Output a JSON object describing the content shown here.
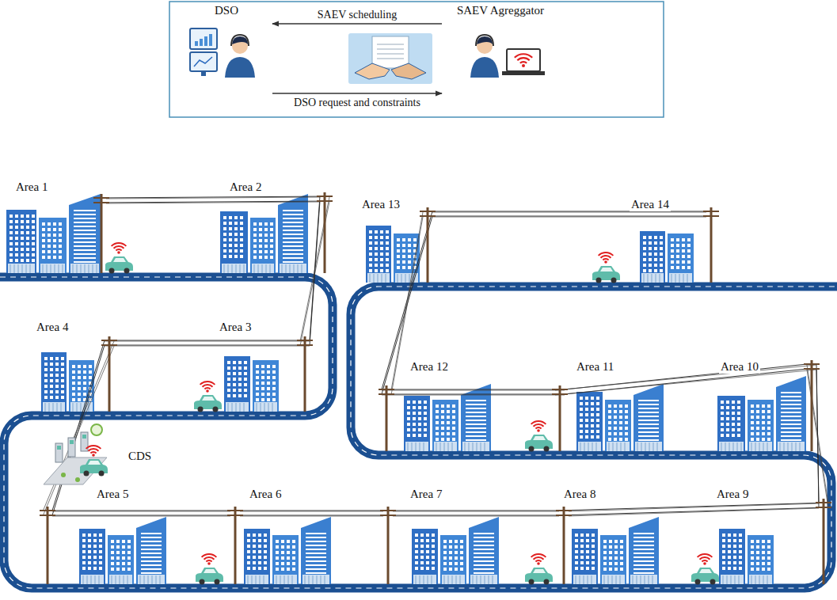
{
  "diagram": {
    "nodes": [
      {
        "text": [
          "DSO"
        ]
      },
      {
        "text": [
          "SAEV Agreggator"
        ]
      }
    ],
    "edges": [
      {
        "from": 1,
        "to": 0,
        "arrow": "to",
        "label": "SAEV scheduling"
      },
      {
        "from": 0,
        "to": 1,
        "arrow": "to",
        "label": "DSO request and constraints"
      }
    ],
    "labels": [
      "Area 1",
      "Area 2",
      "Area 13",
      "Area 14",
      "Area 4",
      "Area 3",
      "Area 12",
      "Area 11",
      "Area 10",
      "CDS",
      "Area 5",
      "Area 6",
      "Area 7",
      "Area 8",
      "Area 9"
    ]
  }
}
